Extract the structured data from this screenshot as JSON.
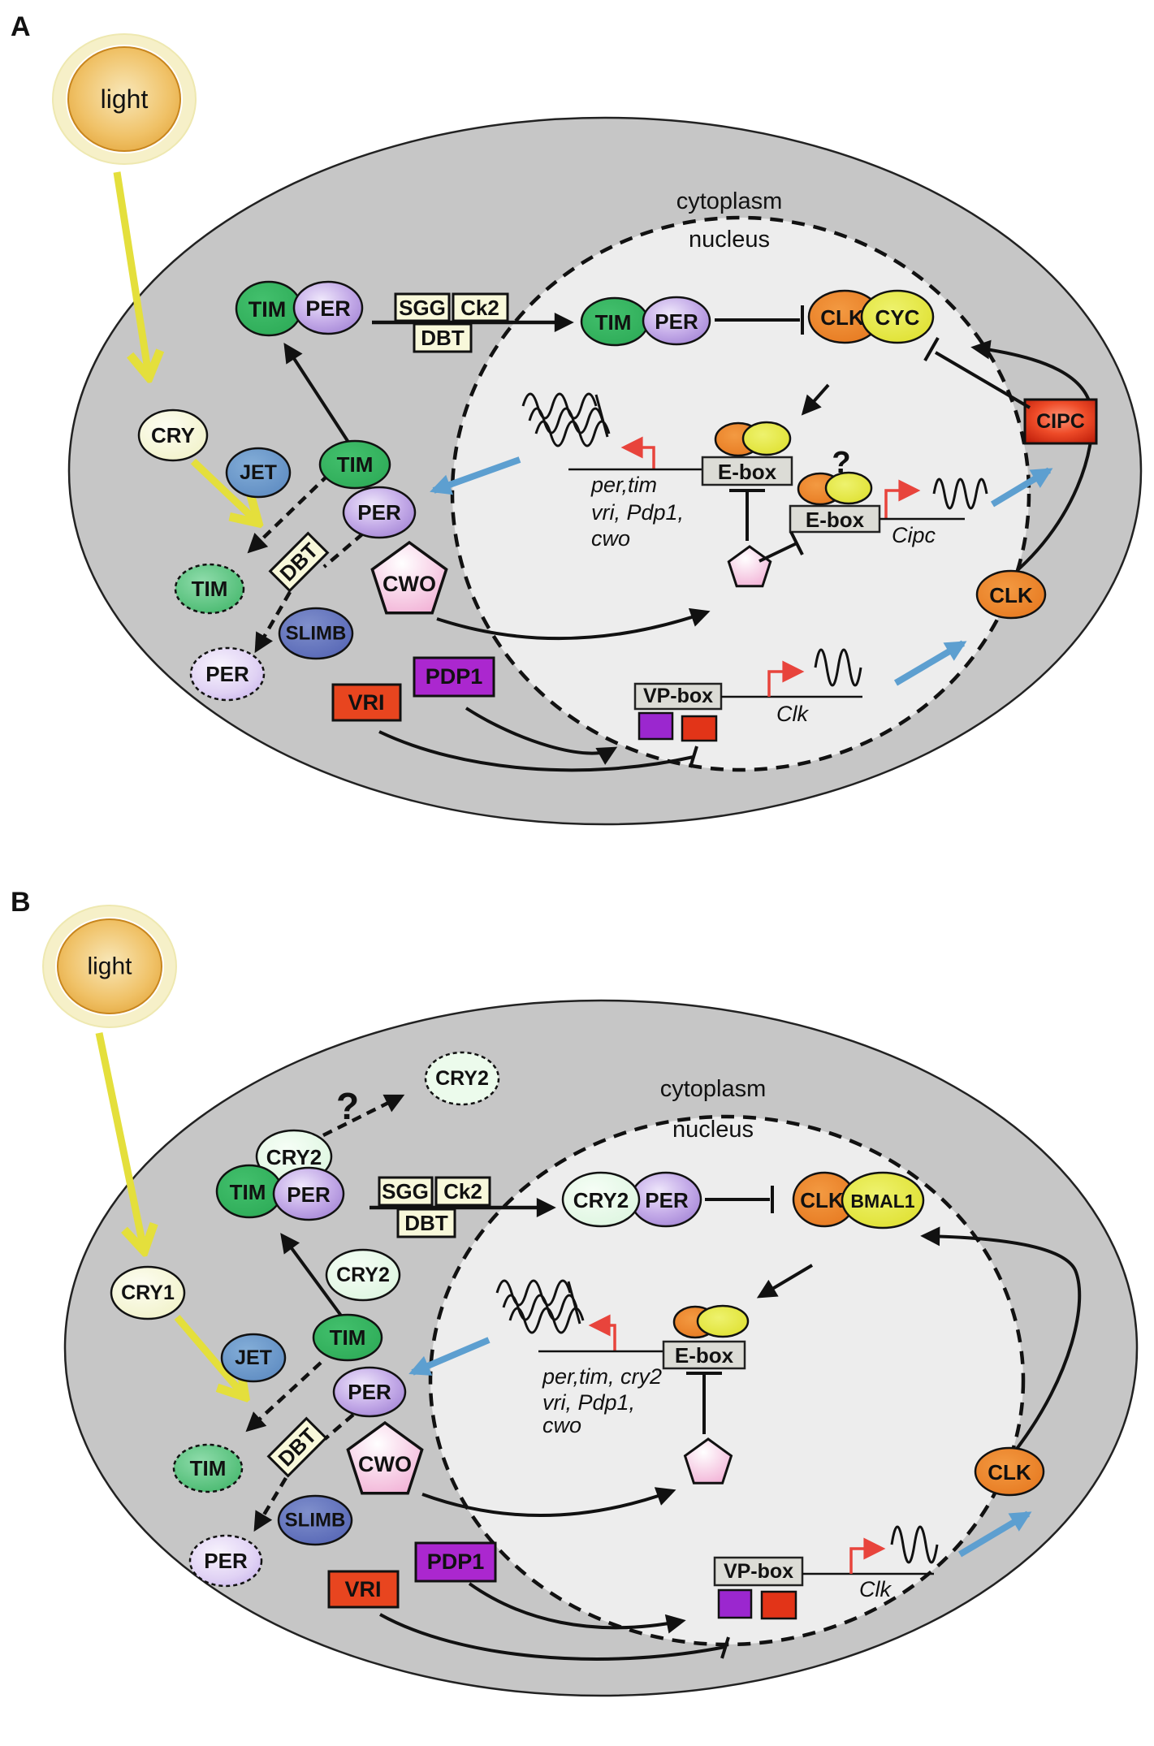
{
  "a": {
    "panel_label": "A",
    "light": "light",
    "cytoplasm": "cytoplasm",
    "nucleus": "nucleus",
    "tim": "TIM",
    "per": "PER",
    "cry": "CRY",
    "jet": "JET",
    "sgg": "SGG",
    "ck2": "Ck2",
    "dbt": "DBT",
    "slimb": "SLIMB",
    "cwo": "CWO",
    "vri": "VRI",
    "pdp1": "PDP1",
    "clk": "CLK",
    "cyc": "CYC",
    "cipc": "CIPC",
    "ebox": "E-box",
    "vpbox": "VP-box",
    "question": "?",
    "genes": {
      "ebox_line1": "per,tim",
      "ebox_line2": "vri, Pdp1,",
      "ebox_line3": "cwo",
      "cipc": "Cipc",
      "clk": "Clk"
    }
  },
  "b": {
    "panel_label": "B",
    "light": "light",
    "cytoplasm": "cytoplasm",
    "nucleus": "nucleus",
    "cry2": "CRY2",
    "cry1": "CRY1",
    "tim": "TIM",
    "per": "PER",
    "jet": "JET",
    "sgg": "SGG",
    "ck2": "Ck2",
    "dbt": "DBT",
    "slimb": "SLIMB",
    "cwo": "CWO",
    "vri": "VRI",
    "pdp1": "PDP1",
    "clk": "CLK",
    "bmal1": "BMAL1",
    "ebox": "E-box",
    "vpbox": "VP-box",
    "question": "?",
    "genes": {
      "ebox_line1": "per,tim, cry2",
      "ebox_line2": "vri, Pdp1,",
      "ebox_line3": "cwo",
      "clk": "Clk"
    }
  },
  "colors": {
    "cell_gray": "#c6c6c6",
    "nucleus_gray": "#ededed",
    "tim_green": "#35b25f",
    "per_purple": "#a585d6",
    "cry_yellow": "#fbfbe0",
    "cry2_green": "#e6f8e6",
    "jet_blue": "#6a9bce",
    "slimb_blue": "#6272bd",
    "clk_orange": "#ec7d1c",
    "cyc_yellow": "#e6e63a",
    "cipc_red": "#e03018",
    "vri_red": "#e8451f",
    "pdp1_purple": "#ab27cf",
    "cwo_pink": "#f2a8d2",
    "light_orange": "#eaa93c",
    "arrow_blue": "#5d9fd0",
    "arrow_red": "#e8443c",
    "arrow_yellow": "#e4df3c"
  }
}
